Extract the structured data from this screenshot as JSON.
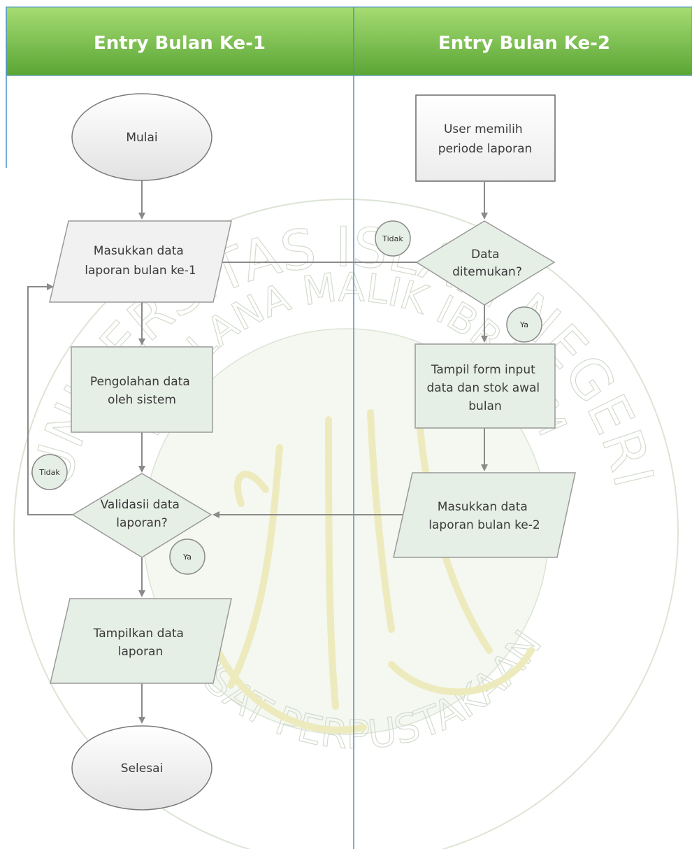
{
  "lanes": [
    {
      "title": "Entry Bulan Ke-1"
    },
    {
      "title": "Entry Bulan Ke-2"
    }
  ],
  "nodes": {
    "start": [
      "Mulai"
    ],
    "input1": [
      "Masukkan data",
      "laporan bulan ke-1"
    ],
    "process1": [
      "Pengolahan data",
      "oleh sistem"
    ],
    "validate": [
      "Validasii data",
      "laporan?"
    ],
    "output": [
      "Tampilkan data",
      "laporan"
    ],
    "end": [
      "Selesai"
    ],
    "select_period": [
      "User memilih",
      "periode laporan"
    ],
    "found": [
      "Data",
      "ditemukan?"
    ],
    "show_form": [
      "Tampil form input",
      "data dan stok awal",
      "bulan"
    ],
    "input2": [
      "Masukkan data",
      "laporan bulan ke-2"
    ]
  },
  "labels": {
    "tidak": "Tidak",
    "ya": "Ya"
  },
  "watermark": {
    "top_arc": "UNIVERSITAS ISLAM NEGERI",
    "second_arc": "MAULANA MALIK IBRAHIM",
    "bottom_arc": "PUSAT PERPUSTAKAAN"
  },
  "colors": {
    "header_top": "#9fd46b",
    "header_bottom": "#5fa83a",
    "lane_border": "#4a90c9",
    "shape_fill": "#e6efe6",
    "shape_stroke": "#7a7a7a",
    "arrow": "#8a8a8a",
    "watermark": "#cfd8c8"
  }
}
